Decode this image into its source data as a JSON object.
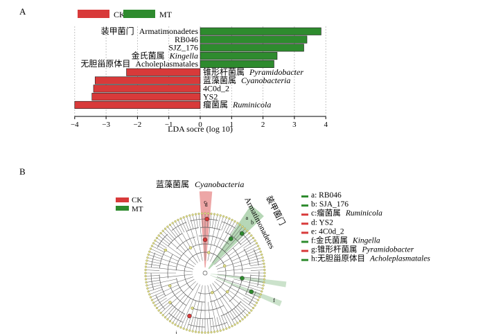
{
  "panel_a_label": "A",
  "panel_b_label": "B",
  "colors": {
    "CK": "#d83a3a",
    "MT": "#2e8b2e"
  },
  "panel_b": {
    "title_cn": "蓝藻菌属",
    "title_latin": "Cyanobacteria",
    "phylum_cn": "装甲菌门",
    "phylum_latin": "Armatimonadetes",
    "legend": [
      {
        "name": "CK",
        "color": "#d83a3a"
      },
      {
        "name": "MT",
        "color": "#2e8b2e"
      }
    ],
    "clade_list": [
      {
        "key": "a",
        "text": "a: RB046",
        "italic": "",
        "group": "MT"
      },
      {
        "key": "b",
        "text": "b: SJA_176",
        "italic": "",
        "group": "MT"
      },
      {
        "key": "c",
        "text": "c:瘤菌属",
        "italic": "Ruminicola",
        "group": "CK"
      },
      {
        "key": "d",
        "text": "d: YS2",
        "italic": "",
        "group": "CK"
      },
      {
        "key": "e",
        "text": "e: 4C0d_2",
        "italic": "",
        "group": "CK"
      },
      {
        "key": "f",
        "text": "f:金氏菌属",
        "italic": "Kingella",
        "group": "MT"
      },
      {
        "key": "g",
        "text": "g:锥形杆菌属",
        "italic": "Pyramidobacter",
        "group": "CK"
      },
      {
        "key": "h",
        "text": "h:无胆甾原体目",
        "italic": "Acholeplasmatales",
        "group": "MT"
      }
    ],
    "tree_letters": [
      "c",
      "d",
      "a",
      "b",
      "f",
      "j"
    ]
  },
  "chart_data": [
    {
      "type": "bar",
      "orientation": "horizontal",
      "xlabel": "LDA socre (log 10)",
      "xlim": [
        -4,
        4
      ],
      "xticks": [
        "−4",
        "−3",
        "−2",
        "−1",
        "0",
        "1",
        "2",
        "3",
        "4"
      ],
      "grid": "vertical dashed",
      "legend": [
        "CK",
        "MT"
      ],
      "legend_position": "top-left",
      "bars": [
        {
          "cn": "装甲菌门",
          "latin": "Armatimonadetes",
          "italic": false,
          "value": 3.85,
          "group": "MT"
        },
        {
          "cn": "",
          "latin": "RB046",
          "italic": false,
          "value": 3.4,
          "group": "MT"
        },
        {
          "cn": "",
          "latin": "SJZ_176",
          "italic": false,
          "value": 3.3,
          "group": "MT"
        },
        {
          "cn": "金氏菌属",
          "latin": "Kingella",
          "italic": true,
          "value": 2.45,
          "group": "MT"
        },
        {
          "cn": "无胆甾原体目",
          "latin": "Acholeplasmatales",
          "italic": false,
          "value": 2.35,
          "group": "MT"
        },
        {
          "cn": "锥形杆菌属",
          "latin": "Pyramidobacter",
          "italic": true,
          "value": -2.35,
          "group": "CK"
        },
        {
          "cn": "蓝藻菌属",
          "latin": "Cyanobacteria",
          "italic": true,
          "value": -3.35,
          "group": "CK"
        },
        {
          "cn": "",
          "latin": "4C0d_2",
          "italic": false,
          "value": -3.4,
          "group": "CK"
        },
        {
          "cn": "",
          "latin": "YS2",
          "italic": false,
          "value": -3.45,
          "group": "CK"
        },
        {
          "cn": "瘤菌属",
          "latin": "Ruminicola",
          "italic": true,
          "value": -4.0,
          "group": "CK"
        }
      ]
    }
  ]
}
